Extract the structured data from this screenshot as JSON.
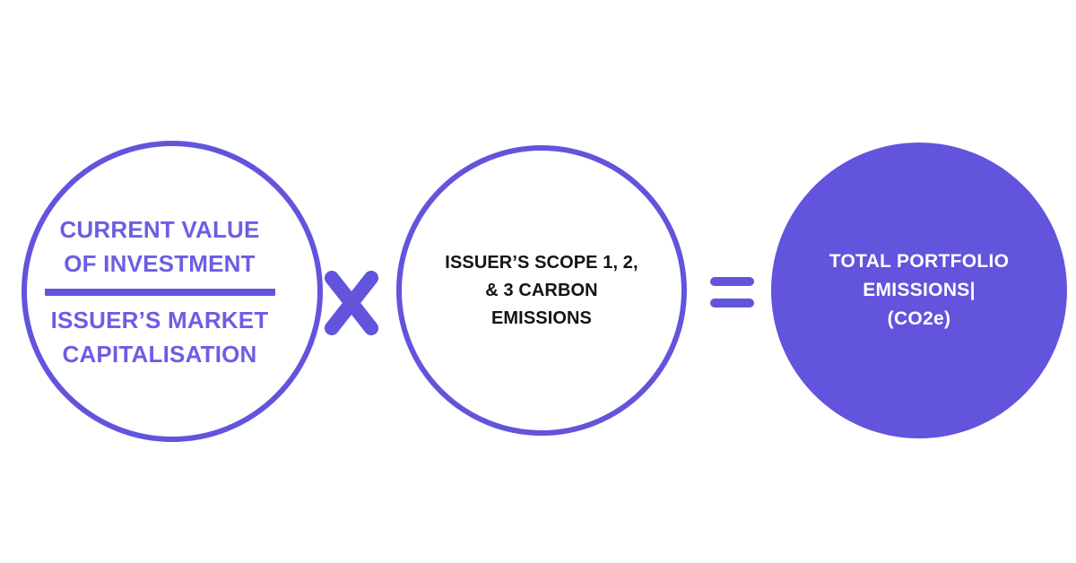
{
  "colors": {
    "background": "#ffffff",
    "accent": "#6254DC",
    "fraction_text": "#6C5EE3",
    "scope_text": "#141414",
    "result_text": "#ffffff"
  },
  "fraction_circle": {
    "numerator": [
      "CURRENT VALUE",
      "OF INVESTMENT"
    ],
    "denominator": [
      "ISSUER’S MARKET",
      "CAPITALISATION"
    ]
  },
  "operators": {
    "multiply": "×",
    "equals": "="
  },
  "scope_circle": {
    "lines": [
      "ISSUER’S SCOPE 1, 2,",
      "& 3 CARBON",
      "EMISSIONS"
    ]
  },
  "result_circle": {
    "lines": [
      "TOTAL PORTFOLIO",
      "EMISSIONS|",
      "(CO2e)"
    ]
  }
}
